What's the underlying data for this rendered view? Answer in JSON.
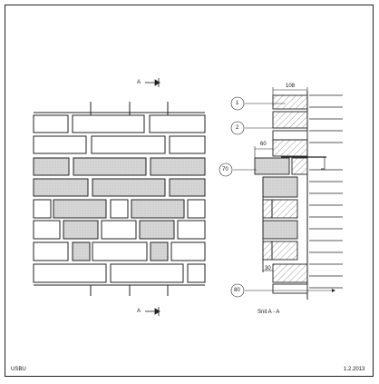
{
  "section_marker": {
    "label": "A"
  },
  "section_view": {
    "title": "Snit A - A",
    "dimensions": [
      "108",
      "60",
      "30"
    ],
    "callouts": [
      "1",
      "2",
      "70",
      "80"
    ]
  },
  "footer": {
    "left": "USBU",
    "right": "1.2.2013"
  },
  "colors": {
    "line": "#222222",
    "fill": "#d8d8d8",
    "hatch": "#444444"
  }
}
